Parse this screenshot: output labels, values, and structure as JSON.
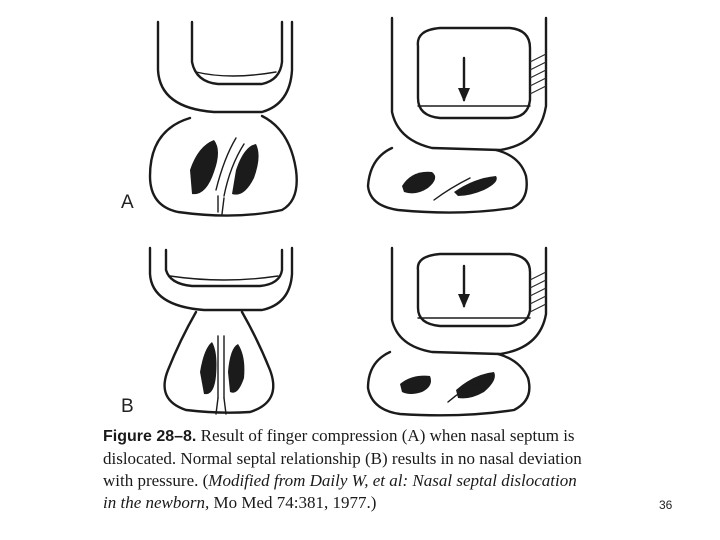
{
  "figure": {
    "panel_labels": {
      "a": "A",
      "b": "B"
    },
    "caption": {
      "figure_number": "Figure 28–8.",
      "text_1": " Result of finger compression (A) when nasal septum is dislocated. Normal septal relationship (B) results in no nasal deviation with pressure. (",
      "credit_italic_1": "Modified from Daily W, et al: Nasal septal dislocation in the newborn,",
      "credit_plain": " Mo Med 74:381, 1977.",
      "text_end": ")"
    }
  },
  "page_number": "36"
}
